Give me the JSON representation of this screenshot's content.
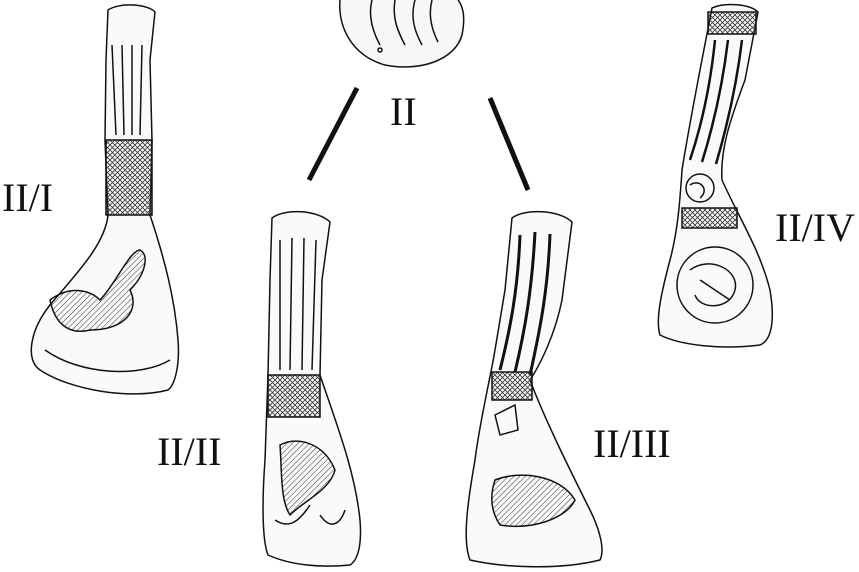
{
  "labels": {
    "center": "II",
    "a1": "II/I",
    "a2": "II/II",
    "a3": "II/III",
    "a4": "II/IV"
  },
  "colors": {
    "ink": "#111111",
    "paper": "#ffffff",
    "shade": "#dcdcdc"
  }
}
